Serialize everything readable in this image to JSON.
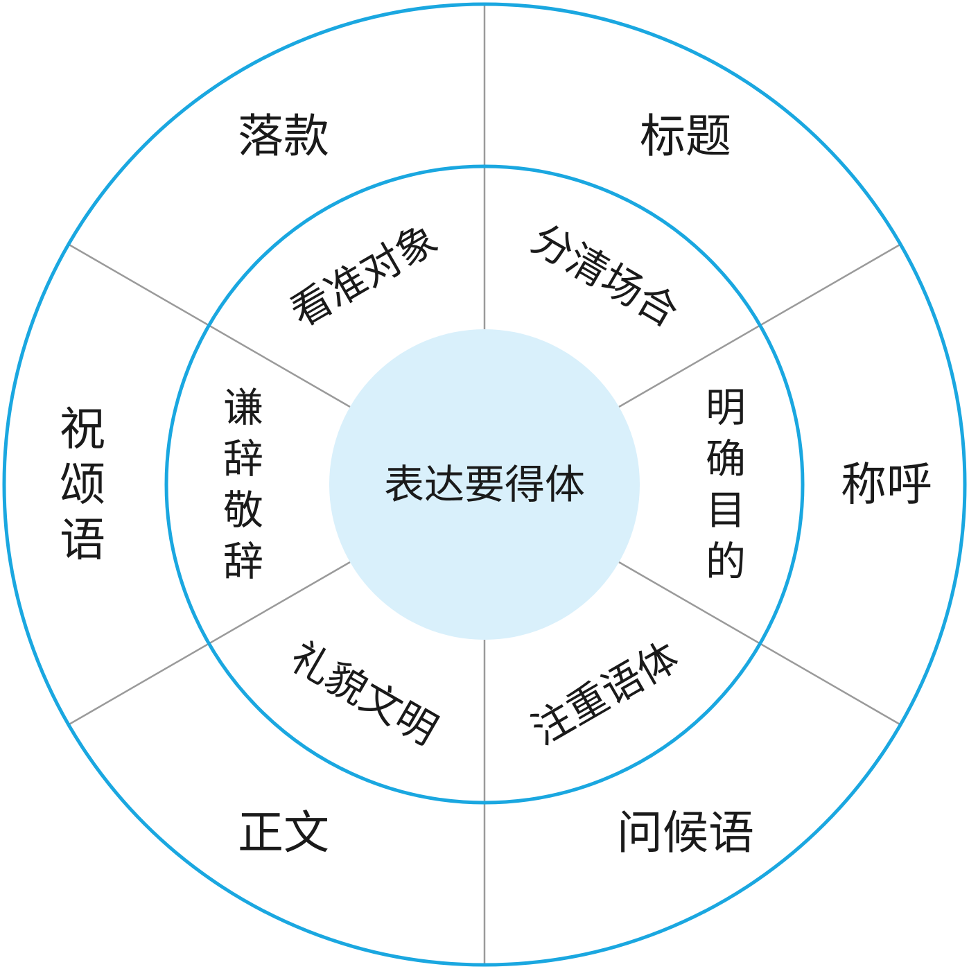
{
  "center": {
    "label": "表达要得体"
  },
  "inner_ring": [
    {
      "id": "mingque-mudi",
      "label": "明确目的",
      "orientation": "vertical"
    },
    {
      "id": "fenqing-changhe",
      "label": "分清场合",
      "orientation": "horizontal"
    },
    {
      "id": "kanzhun-duixiang",
      "label": "看准对象",
      "orientation": "horizontal"
    },
    {
      "id": "qianci-jingci",
      "label": "谦辞敬辞",
      "orientation": "vertical"
    },
    {
      "id": "limao-wenming",
      "label": "礼貌文明",
      "orientation": "horizontal"
    },
    {
      "id": "zhuzhong-yuti",
      "label": "注重语体",
      "orientation": "horizontal"
    }
  ],
  "outer_ring": [
    {
      "id": "chenghu",
      "label": "称呼",
      "orientation": "horizontal"
    },
    {
      "id": "biaoti",
      "label": "标题",
      "orientation": "horizontal"
    },
    {
      "id": "luokuan",
      "label": "落款",
      "orientation": "horizontal"
    },
    {
      "id": "zhusongyu",
      "label": "祝颂语",
      "orientation": "vertical"
    },
    {
      "id": "zhengwen",
      "label": "正文",
      "orientation": "horizontal"
    },
    {
      "id": "wenhouyu",
      "label": "问候语",
      "orientation": "horizontal"
    }
  ],
  "colors": {
    "ring": "#1aa7e0",
    "center_fill": "#d9f0fb",
    "divider": "#9a9a9a",
    "text": "#1a1a1a"
  }
}
